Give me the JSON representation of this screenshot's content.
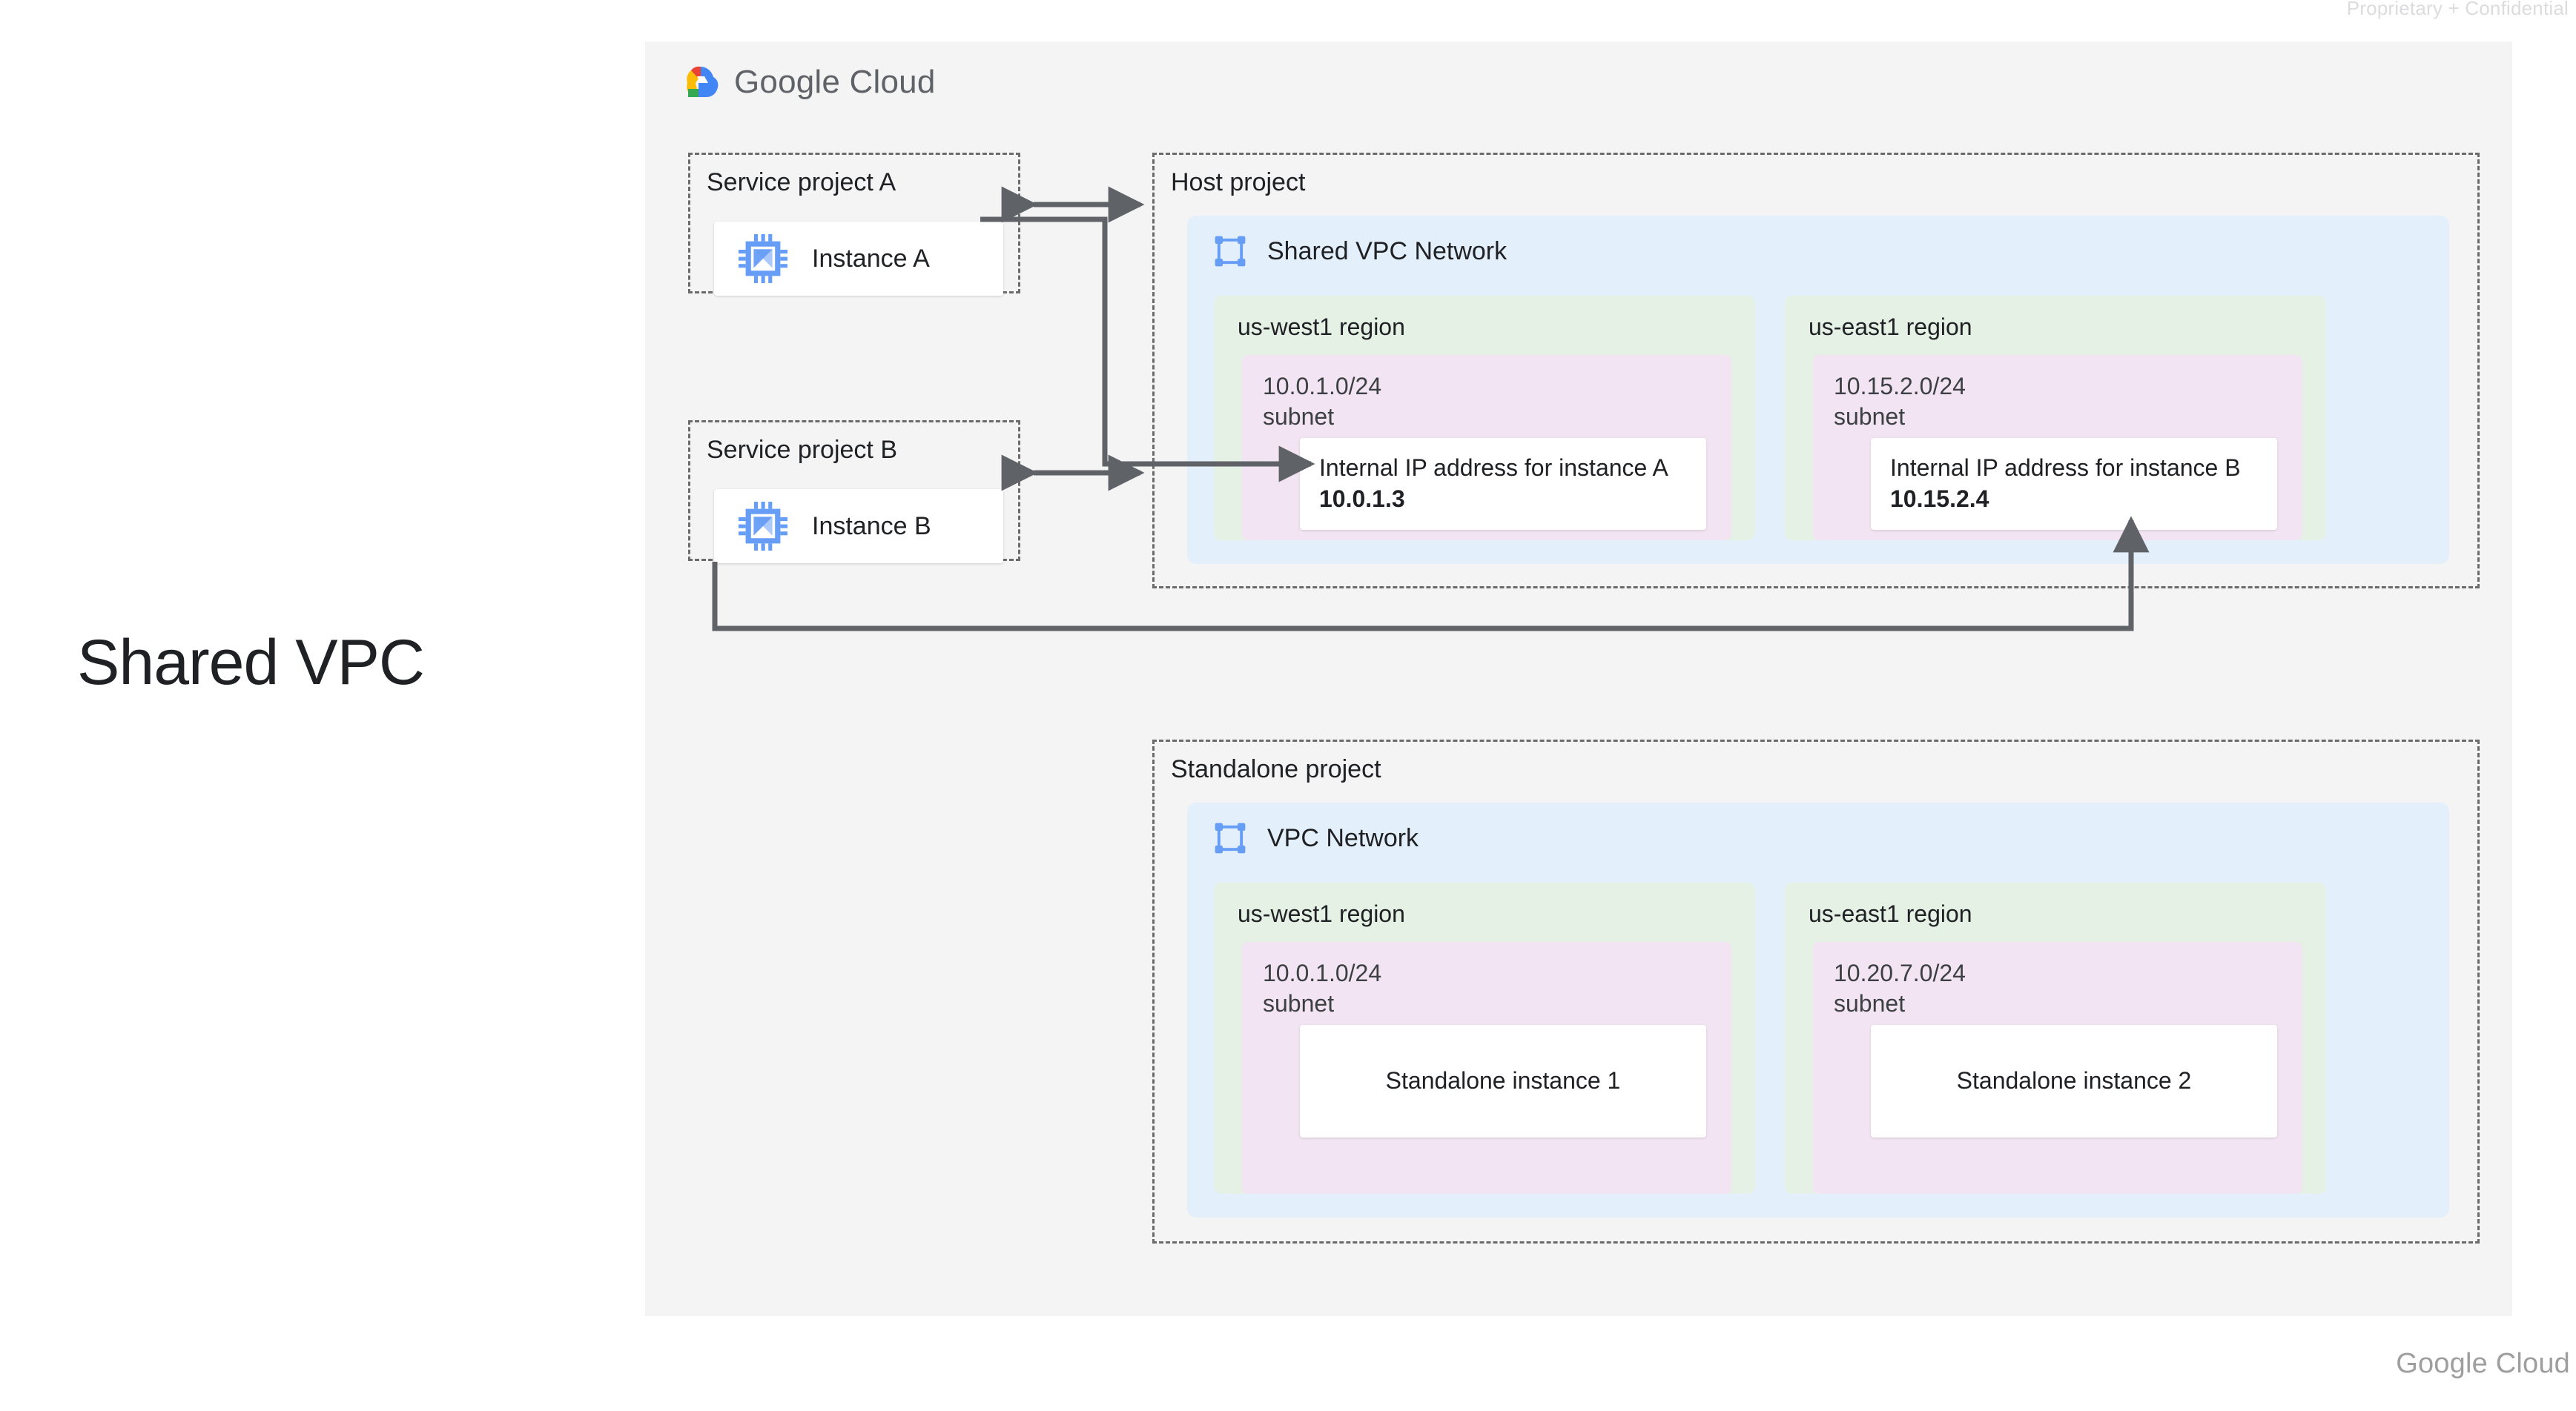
{
  "slide": {
    "title": "Shared VPC",
    "confidential": "Proprietary + Confidential",
    "footer_logo": "Google Cloud",
    "header_logo_google": "Google",
    "header_logo_cloud": "Cloud"
  },
  "colors": {
    "panel_bg": "#f4f4f5",
    "vpc_blue": "#e3f0fb",
    "region_green": "#e6f1e6",
    "subnet_lavender": "#f2e4f2",
    "card_white": "#ffffff",
    "dashed_border": "#6b6b6b",
    "connector": "#5f6368",
    "icon_blue": "#669df6",
    "text": "#202124"
  },
  "service_projects": [
    {
      "title": "Service project A",
      "instance": {
        "label": "Instance A",
        "icon": "vm-instance-icon"
      }
    },
    {
      "title": "Service project B",
      "instance": {
        "label": "Instance B",
        "icon": "vm-instance-icon"
      }
    }
  ],
  "host_project": {
    "title": "Host  project",
    "network": {
      "title": "Shared VPC Network",
      "icon": "vpc-network-icon"
    },
    "regions": [
      {
        "title": "us-west1 region",
        "subnet": {
          "cidr": "10.0.1.0/24\nsubnet",
          "resource": {
            "text_prefix": "Internal IP address for instance A",
            "ip": "10.0.1.3"
          }
        }
      },
      {
        "title": "us-east1 region",
        "subnet": {
          "cidr": "10.15.2.0/24\nsubnet",
          "resource": {
            "text_prefix": "Internal IP address for instance B",
            "ip": "10.15.2.4"
          }
        }
      }
    ]
  },
  "standalone_project": {
    "title": "Standalone  project",
    "network": {
      "title": "VPC Network",
      "icon": "vpc-network-icon"
    },
    "regions": [
      {
        "title": "us-west1 region",
        "subnet": {
          "cidr": "10.0.1.0/24\nsubnet",
          "resource": {
            "label": "Standalone instance 1"
          }
        }
      },
      {
        "title": "us-east1 region",
        "subnet": {
          "cidr": "10.20.7.0/24\nsubnet",
          "resource": {
            "label": "Standalone instance 2"
          }
        }
      }
    ]
  }
}
